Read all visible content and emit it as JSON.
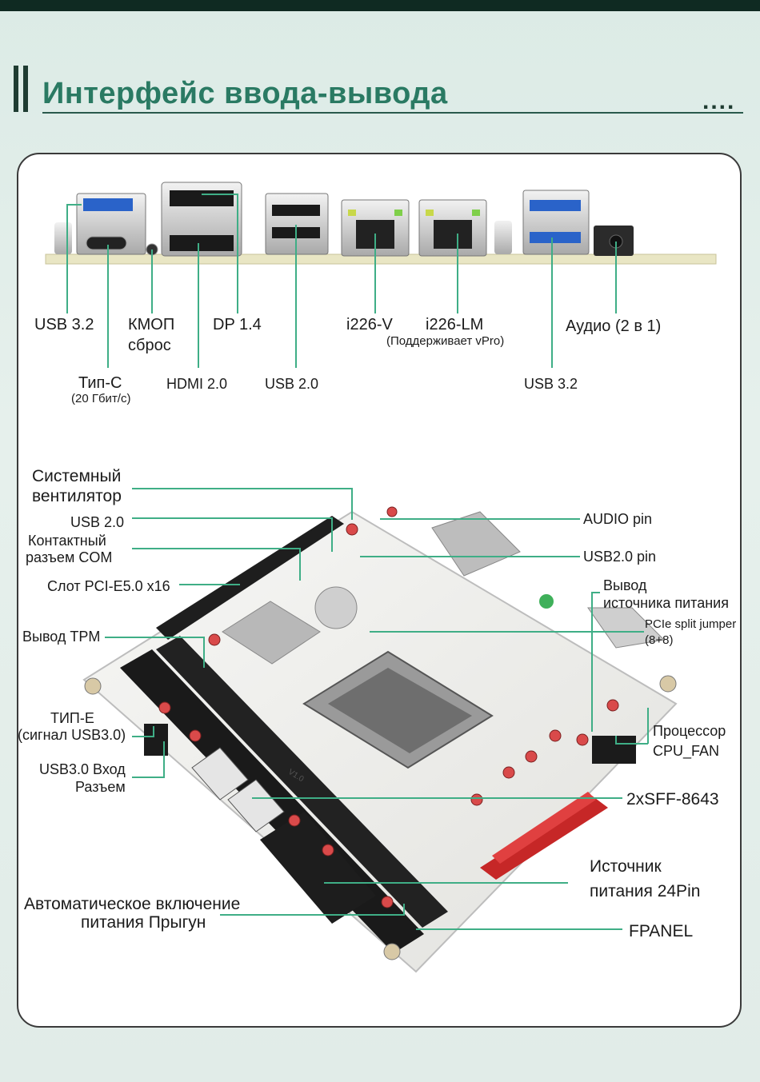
{
  "header": {
    "title": "Интерфейс ввода-вывода",
    "dots": "...."
  },
  "io_labels": {
    "usb32_left": "USB 3.2",
    "cmos": "КМОП",
    "cmos2": "сброс",
    "dp": "DP 1.4",
    "i226v": "i226-V",
    "i226lm": "i226-LM",
    "vpro": "(Поддерживает vPro)",
    "audio": "Аудио (2 в 1)",
    "typec": "Тип-С",
    "typec_speed": "(20 Гбит/с)",
    "hdmi": "HDMI 2.0",
    "usb20": "USB 2.0",
    "usb32_right": "USB 3.2"
  },
  "board_labels": {
    "sys_fan1": "Системный",
    "sys_fan2": "вентилятор",
    "usb20": "USB 2.0",
    "com1": "Контактный",
    "com2": "разъем COM",
    "pcie": "Слот PCI-E5.0 x16",
    "tpm": "Вывод TPM",
    "type_e1": "ТИП-Е",
    "type_e2": "(сигнал USB3.0)",
    "usb30_in1": "USB3.0 Вход",
    "usb30_in2": "Разъем",
    "auto_on1": "Автоматическое включение",
    "auto_on2": "питания Прыгун",
    "audio_pin": "AUDIO pin",
    "usb20_pin": "USB2.0 pin",
    "psu_out1": "Вывод",
    "psu_out2": "источника питания",
    "pcie_split1": "PCIe split jumper",
    "pcie_split2": "(8+8)",
    "cpu_fan1": "Процессор",
    "cpu_fan2": "CPU_FAN",
    "sff": "2xSFF-8643",
    "atx1": "Источник",
    "atx2": "питания 24Pin",
    "fpanel": "FPANEL",
    "version": "V1.0"
  },
  "colors": {
    "accent": "#2a7a63",
    "leader": "#3fae86",
    "dark": "#0f2a22"
  }
}
